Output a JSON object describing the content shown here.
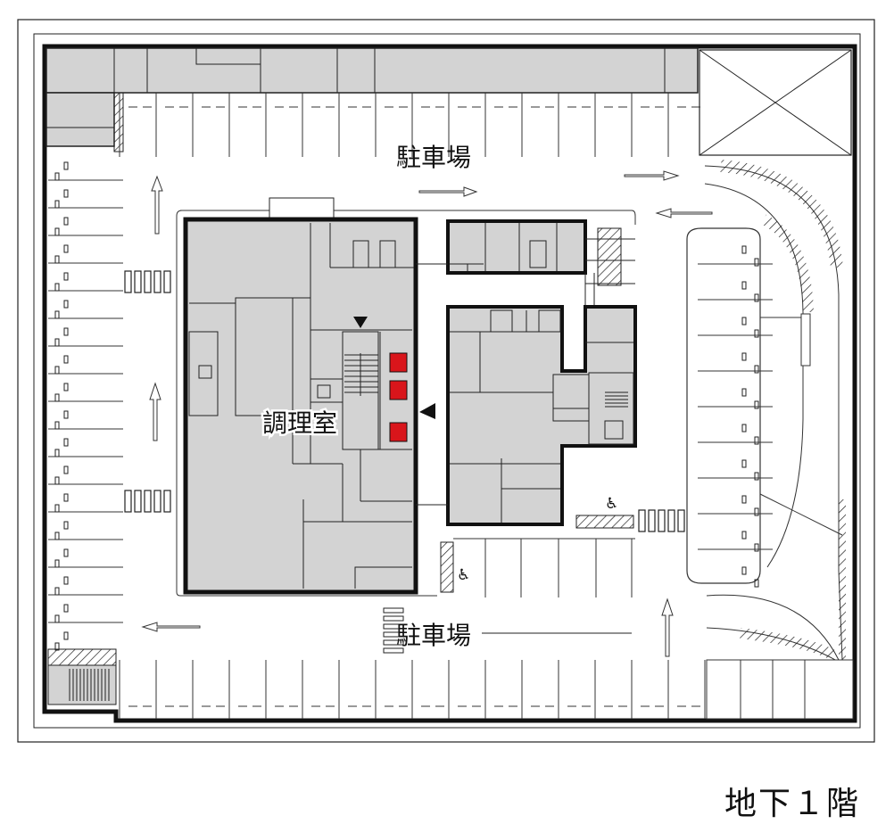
{
  "map": {
    "labels": {
      "parking_top": "駐車場",
      "parking_bottom": "駐車場",
      "kitchen": "調理室"
    },
    "floor_caption": "地下１階",
    "colors": {
      "room_fill": "#d3d3d3",
      "wall": "#111111",
      "line": "#333333",
      "highlight": "#d9151b"
    },
    "icons": [
      "wheelchair-icon",
      "arrow-icon",
      "stairs-icon",
      "hatch-ramp-icon"
    ]
  }
}
